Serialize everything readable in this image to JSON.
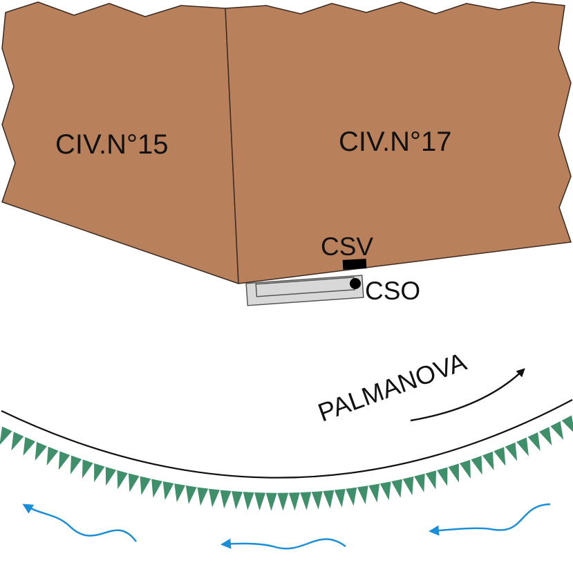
{
  "buildings": [
    {
      "name": "civ-15",
      "label": "CIV.N°15"
    },
    {
      "name": "civ-17",
      "label": "CIV.N°17"
    }
  ],
  "meters": {
    "csv": {
      "label": "CSV"
    },
    "cso": {
      "label": "CSO"
    }
  },
  "street": {
    "label": "PALMANOVA"
  },
  "colors": {
    "building_fill": "#b8805b",
    "building_stroke": "#3a2a20",
    "road_line": "#111111",
    "canal_bank": "#3e8f6a",
    "water_flow": "#1a8fd8",
    "box_fill": "#d8d8d8",
    "box_stroke": "#555555",
    "meter_fill": "#000000",
    "direction_arrow": "#111111"
  },
  "icons": {
    "flow": "water-flow-arrow-icon",
    "direction": "traffic-direction-arrow-icon",
    "bank": "canal-bank-triangle-icon"
  }
}
